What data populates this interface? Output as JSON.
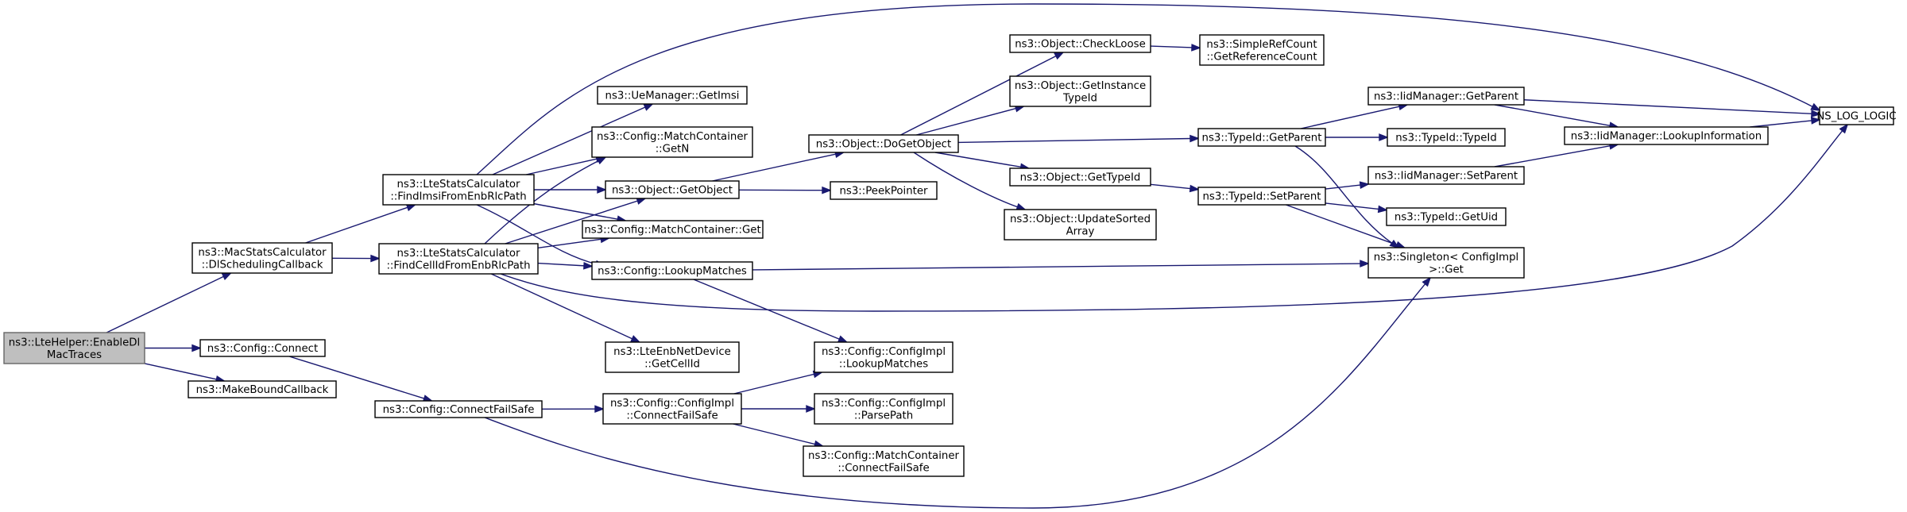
{
  "graph": {
    "nodes": [
      {
        "id": "n_root",
        "lines": [
          "ns3::LteHelper::EnableDl",
          "MacTraces"
        ],
        "root": true
      },
      {
        "id": "n_macstats",
        "lines": [
          "ns3::MacStatsCalculator",
          "::DlSchedulingCallback"
        ]
      },
      {
        "id": "n_connect",
        "lines": [
          "ns3::Config::Connect"
        ]
      },
      {
        "id": "n_mkbound",
        "lines": [
          "ns3::MakeBoundCallback"
        ]
      },
      {
        "id": "n_findimsi",
        "lines": [
          "ns3::LteStatsCalculator",
          "::FindImsiFromEnbRlcPath"
        ]
      },
      {
        "id": "n_findcell",
        "lines": [
          "ns3::LteStatsCalculator",
          "::FindCellIdFromEnbRlcPath"
        ]
      },
      {
        "id": "n_confailsafe",
        "lines": [
          "ns3::Config::ConnectFailSafe"
        ]
      },
      {
        "id": "n_getimsi",
        "lines": [
          "ns3::UeManager::GetImsi"
        ]
      },
      {
        "id": "n_getn",
        "lines": [
          "ns3::Config::MatchContainer",
          "::GetN"
        ]
      },
      {
        "id": "n_getobject",
        "lines": [
          "ns3::Object::GetObject"
        ]
      },
      {
        "id": "n_mcget",
        "lines": [
          "ns3::Config::MatchContainer::Get"
        ]
      },
      {
        "id": "n_lookup",
        "lines": [
          "ns3::Config::LookupMatches"
        ]
      },
      {
        "id": "n_getcellid",
        "lines": [
          "ns3::LteEnbNetDevice",
          "::GetCellId"
        ]
      },
      {
        "id": "n_implcfs",
        "lines": [
          "ns3::Config::ConfigImpl",
          "::ConnectFailSafe"
        ]
      },
      {
        "id": "n_dogetobject",
        "lines": [
          "ns3::Object::DoGetObject"
        ]
      },
      {
        "id": "n_peek",
        "lines": [
          "ns3::PeekPointer"
        ]
      },
      {
        "id": "n_impllookup",
        "lines": [
          "ns3::Config::ConfigImpl",
          "::LookupMatches"
        ]
      },
      {
        "id": "n_parsepath",
        "lines": [
          "ns3::Config::ConfigImpl",
          "::ParsePath"
        ]
      },
      {
        "id": "n_mccfs",
        "lines": [
          "ns3::Config::MatchContainer",
          "::ConnectFailSafe"
        ]
      },
      {
        "id": "n_checkloose",
        "lines": [
          "ns3::Object::CheckLoose"
        ]
      },
      {
        "id": "n_getinst",
        "lines": [
          "ns3::Object::GetInstance",
          "TypeId"
        ]
      },
      {
        "id": "n_gettypeid",
        "lines": [
          "ns3::Object::GetTypeId"
        ]
      },
      {
        "id": "n_updsorted",
        "lines": [
          "ns3::Object::UpdateSorted",
          "Array"
        ]
      },
      {
        "id": "n_refcount",
        "lines": [
          "ns3::SimpleRefCount",
          "::GetReferenceCount"
        ]
      },
      {
        "id": "n_tgetparent",
        "lines": [
          "ns3::TypeId::GetParent"
        ]
      },
      {
        "id": "n_tsetparent",
        "lines": [
          "ns3::TypeId::SetParent"
        ]
      },
      {
        "id": "n_singleton",
        "lines": [
          "ns3::Singleton< ConfigImpl",
          " >::Get"
        ]
      },
      {
        "id": "n_iidgetparent",
        "lines": [
          "ns3::IidManager::GetParent"
        ]
      },
      {
        "id": "n_typeid",
        "lines": [
          "ns3::TypeId::TypeId"
        ]
      },
      {
        "id": "n_iidsetparent",
        "lines": [
          "ns3::IidManager::SetParent"
        ]
      },
      {
        "id": "n_getuid",
        "lines": [
          "ns3::TypeId::GetUid"
        ]
      },
      {
        "id": "n_lookupinfo",
        "lines": [
          "ns3::IidManager::LookupInformation"
        ]
      },
      {
        "id": "n_nslog",
        "lines": [
          "NS_LOG_LOGIC"
        ]
      }
    ],
    "edges": [
      [
        "n_root",
        "n_macstats"
      ],
      [
        "n_root",
        "n_connect"
      ],
      [
        "n_root",
        "n_mkbound"
      ],
      [
        "n_macstats",
        "n_findimsi"
      ],
      [
        "n_macstats",
        "n_findcell"
      ],
      [
        "n_connect",
        "n_confailsafe"
      ],
      [
        "n_findimsi",
        "n_nslog"
      ],
      [
        "n_findimsi",
        "n_getimsi"
      ],
      [
        "n_findimsi",
        "n_getn"
      ],
      [
        "n_findimsi",
        "n_getobject"
      ],
      [
        "n_findimsi",
        "n_mcget"
      ],
      [
        "n_findimsi",
        "n_lookup"
      ],
      [
        "n_findcell",
        "n_getn"
      ],
      [
        "n_findcell",
        "n_getobject"
      ],
      [
        "n_findcell",
        "n_mcget"
      ],
      [
        "n_findcell",
        "n_lookup"
      ],
      [
        "n_findcell",
        "n_getcellid"
      ],
      [
        "n_findcell",
        "n_nslog"
      ],
      [
        "n_confailsafe",
        "n_implcfs"
      ],
      [
        "n_confailsafe",
        "n_singleton"
      ],
      [
        "n_getobject",
        "n_dogetobject"
      ],
      [
        "n_getobject",
        "n_peek"
      ],
      [
        "n_lookup",
        "n_singleton"
      ],
      [
        "n_lookup",
        "n_impllookup"
      ],
      [
        "n_implcfs",
        "n_impllookup"
      ],
      [
        "n_implcfs",
        "n_parsepath"
      ],
      [
        "n_implcfs",
        "n_mccfs"
      ],
      [
        "n_dogetobject",
        "n_checkloose"
      ],
      [
        "n_dogetobject",
        "n_getinst"
      ],
      [
        "n_dogetobject",
        "n_tgetparent"
      ],
      [
        "n_dogetobject",
        "n_gettypeid"
      ],
      [
        "n_dogetobject",
        "n_updsorted"
      ],
      [
        "n_checkloose",
        "n_refcount"
      ],
      [
        "n_gettypeid",
        "n_tsetparent"
      ],
      [
        "n_tgetparent",
        "n_iidgetparent"
      ],
      [
        "n_tgetparent",
        "n_typeid"
      ],
      [
        "n_tgetparent",
        "n_singleton"
      ],
      [
        "n_tsetparent",
        "n_iidsetparent"
      ],
      [
        "n_tsetparent",
        "n_getuid"
      ],
      [
        "n_tsetparent",
        "n_singleton"
      ],
      [
        "n_iidgetparent",
        "n_nslog"
      ],
      [
        "n_iidgetparent",
        "n_lookupinfo"
      ],
      [
        "n_iidsetparent",
        "n_lookupinfo"
      ],
      [
        "n_lookupinfo",
        "n_nslog"
      ]
    ]
  }
}
